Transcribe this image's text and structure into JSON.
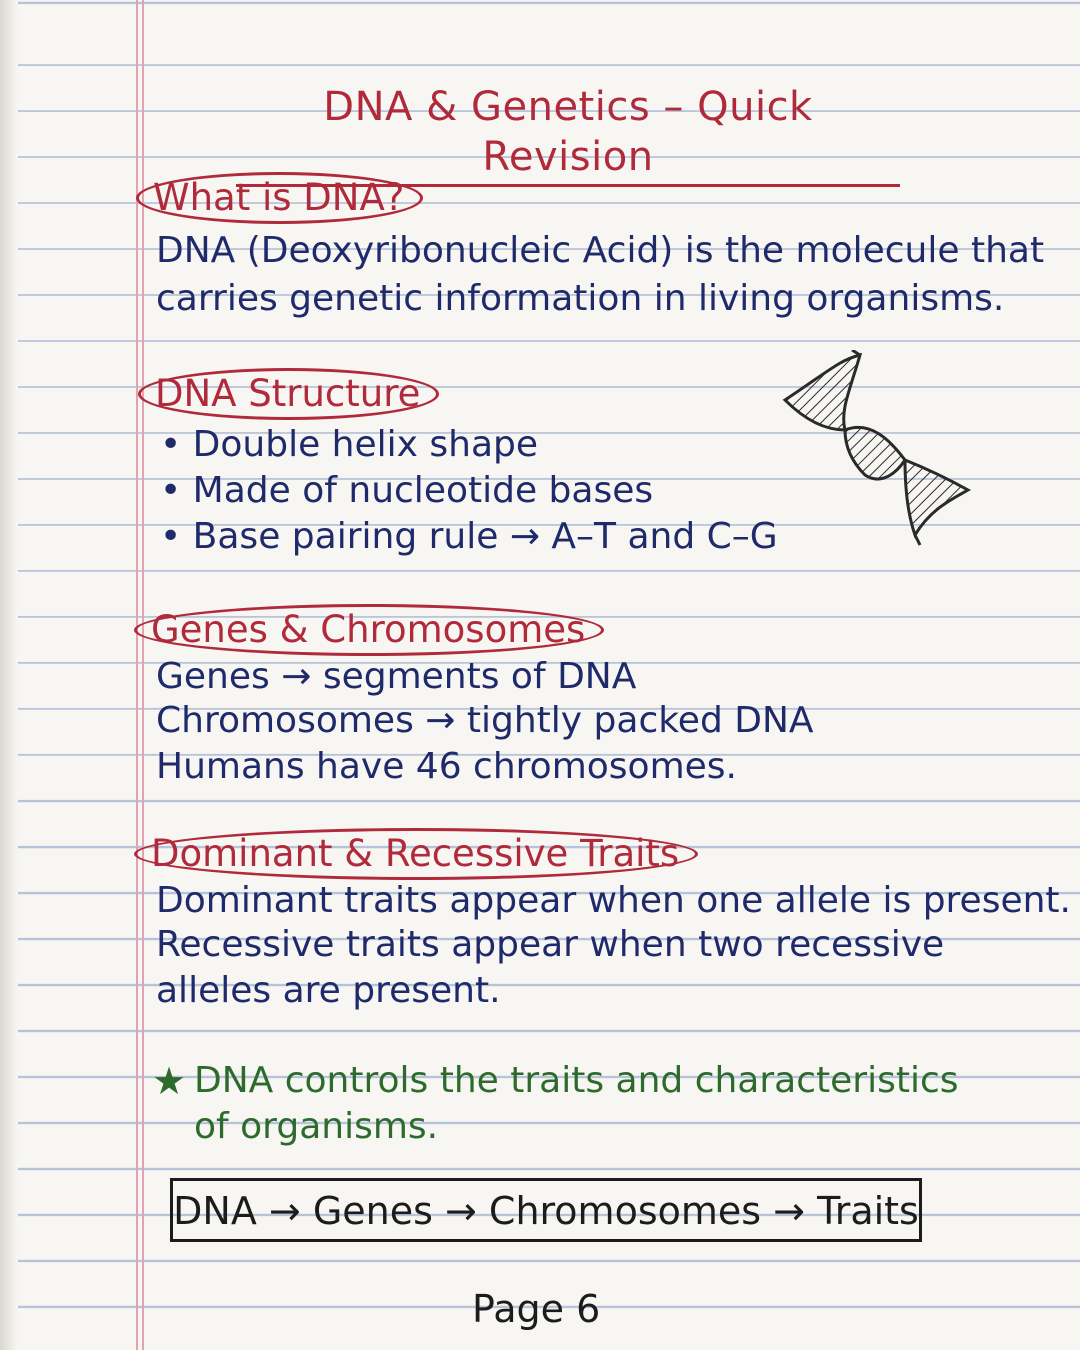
{
  "title": "DNA & Genetics – Quick Revision",
  "sections": {
    "what_is_dna": {
      "heading": "What is DNA?",
      "lines": [
        "DNA (Deoxyribonucleic Acid) is the molecule that",
        "carries genetic information in living organisms."
      ]
    },
    "structure": {
      "heading": "DNA Structure",
      "bullets": [
        "• Double helix shape",
        "• Made of nucleotide bases",
        "• Base pairing rule → A–T and C–G"
      ]
    },
    "genes": {
      "heading": "Genes & Chromosomes",
      "lines": [
        "Genes → segments of DNA",
        "Chromosomes → tightly packed DNA",
        "Humans have 46 chromosomes."
      ]
    },
    "traits": {
      "heading": "Dominant & Recessive Traits",
      "lines": [
        "Dominant traits appear when one allele is present.",
        "Recessive traits appear when two recessive",
        "alleles are present."
      ]
    }
  },
  "note": {
    "star": "★",
    "lines": [
      "DNA controls the traits and characteristics",
      "of organisms."
    ]
  },
  "flow": "DNA → Genes → Chromosomes → Traits",
  "page_label": "Page 6",
  "colors": {
    "heading": "#b02a3b",
    "body": "#1f2a6b",
    "note": "#2d6b2d",
    "ink": "#1c1c1c"
  },
  "illustration": "dna-double-helix-icon"
}
